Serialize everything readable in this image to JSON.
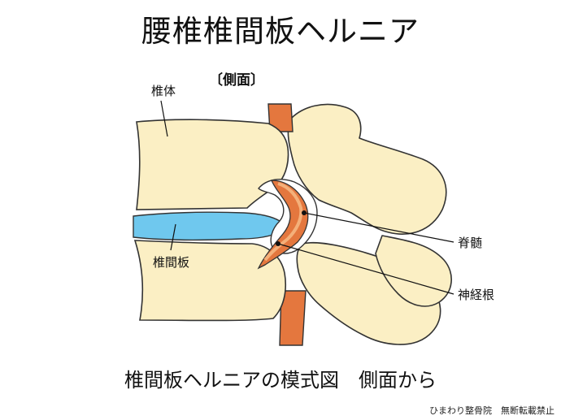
{
  "title": "腰椎椎間板ヘルニア",
  "view_label": "〔側面〕",
  "labels": {
    "vertebral_body": "椎体",
    "disc": "椎間板",
    "spinal_cord": "脊髄",
    "nerve_root": "神経根"
  },
  "caption": "椎間板ヘルニアの模式図　側面から",
  "credit": "ひまわり整骨院　無断転載禁止",
  "colors": {
    "bone": "#fbefc4",
    "outline": "#333333",
    "disc": "#6fc8ee",
    "nerve": "#e4773e",
    "nerve_light": "#f4b07a"
  }
}
